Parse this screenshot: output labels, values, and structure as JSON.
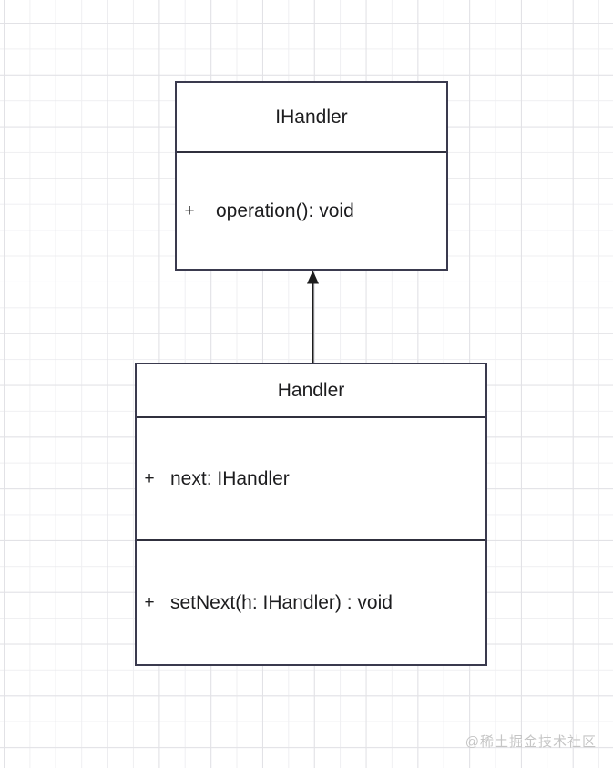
{
  "page": {
    "watermark": "@稀土掘金技术社区"
  },
  "uml": {
    "classes": [
      {
        "name": "IHandler",
        "members": {
          "methods": [
            {
              "visibility": "+",
              "signature": "operation(): void"
            }
          ]
        }
      },
      {
        "name": "Handler",
        "members": {
          "attributes": [
            {
              "visibility": "+",
              "signature": "next: IHandler"
            }
          ],
          "methods": [
            {
              "visibility": "+",
              "signature": "setNext(h: IHandler) : void"
            }
          ]
        }
      }
    ],
    "relations": [
      {
        "from": "Handler",
        "to": "IHandler",
        "line": "solid",
        "head": "filled-triangle",
        "direction": "up"
      }
    ]
  },
  "colors": {
    "box_border": "#3a3a4e",
    "divider": "#30303e",
    "text": "#1d1d1f",
    "arrow": "#1c1c1c",
    "grid_minor": "#efeff2",
    "grid_major": "#e2e2e6",
    "watermark": "#c5c5c5",
    "background": "#ffffff"
  }
}
